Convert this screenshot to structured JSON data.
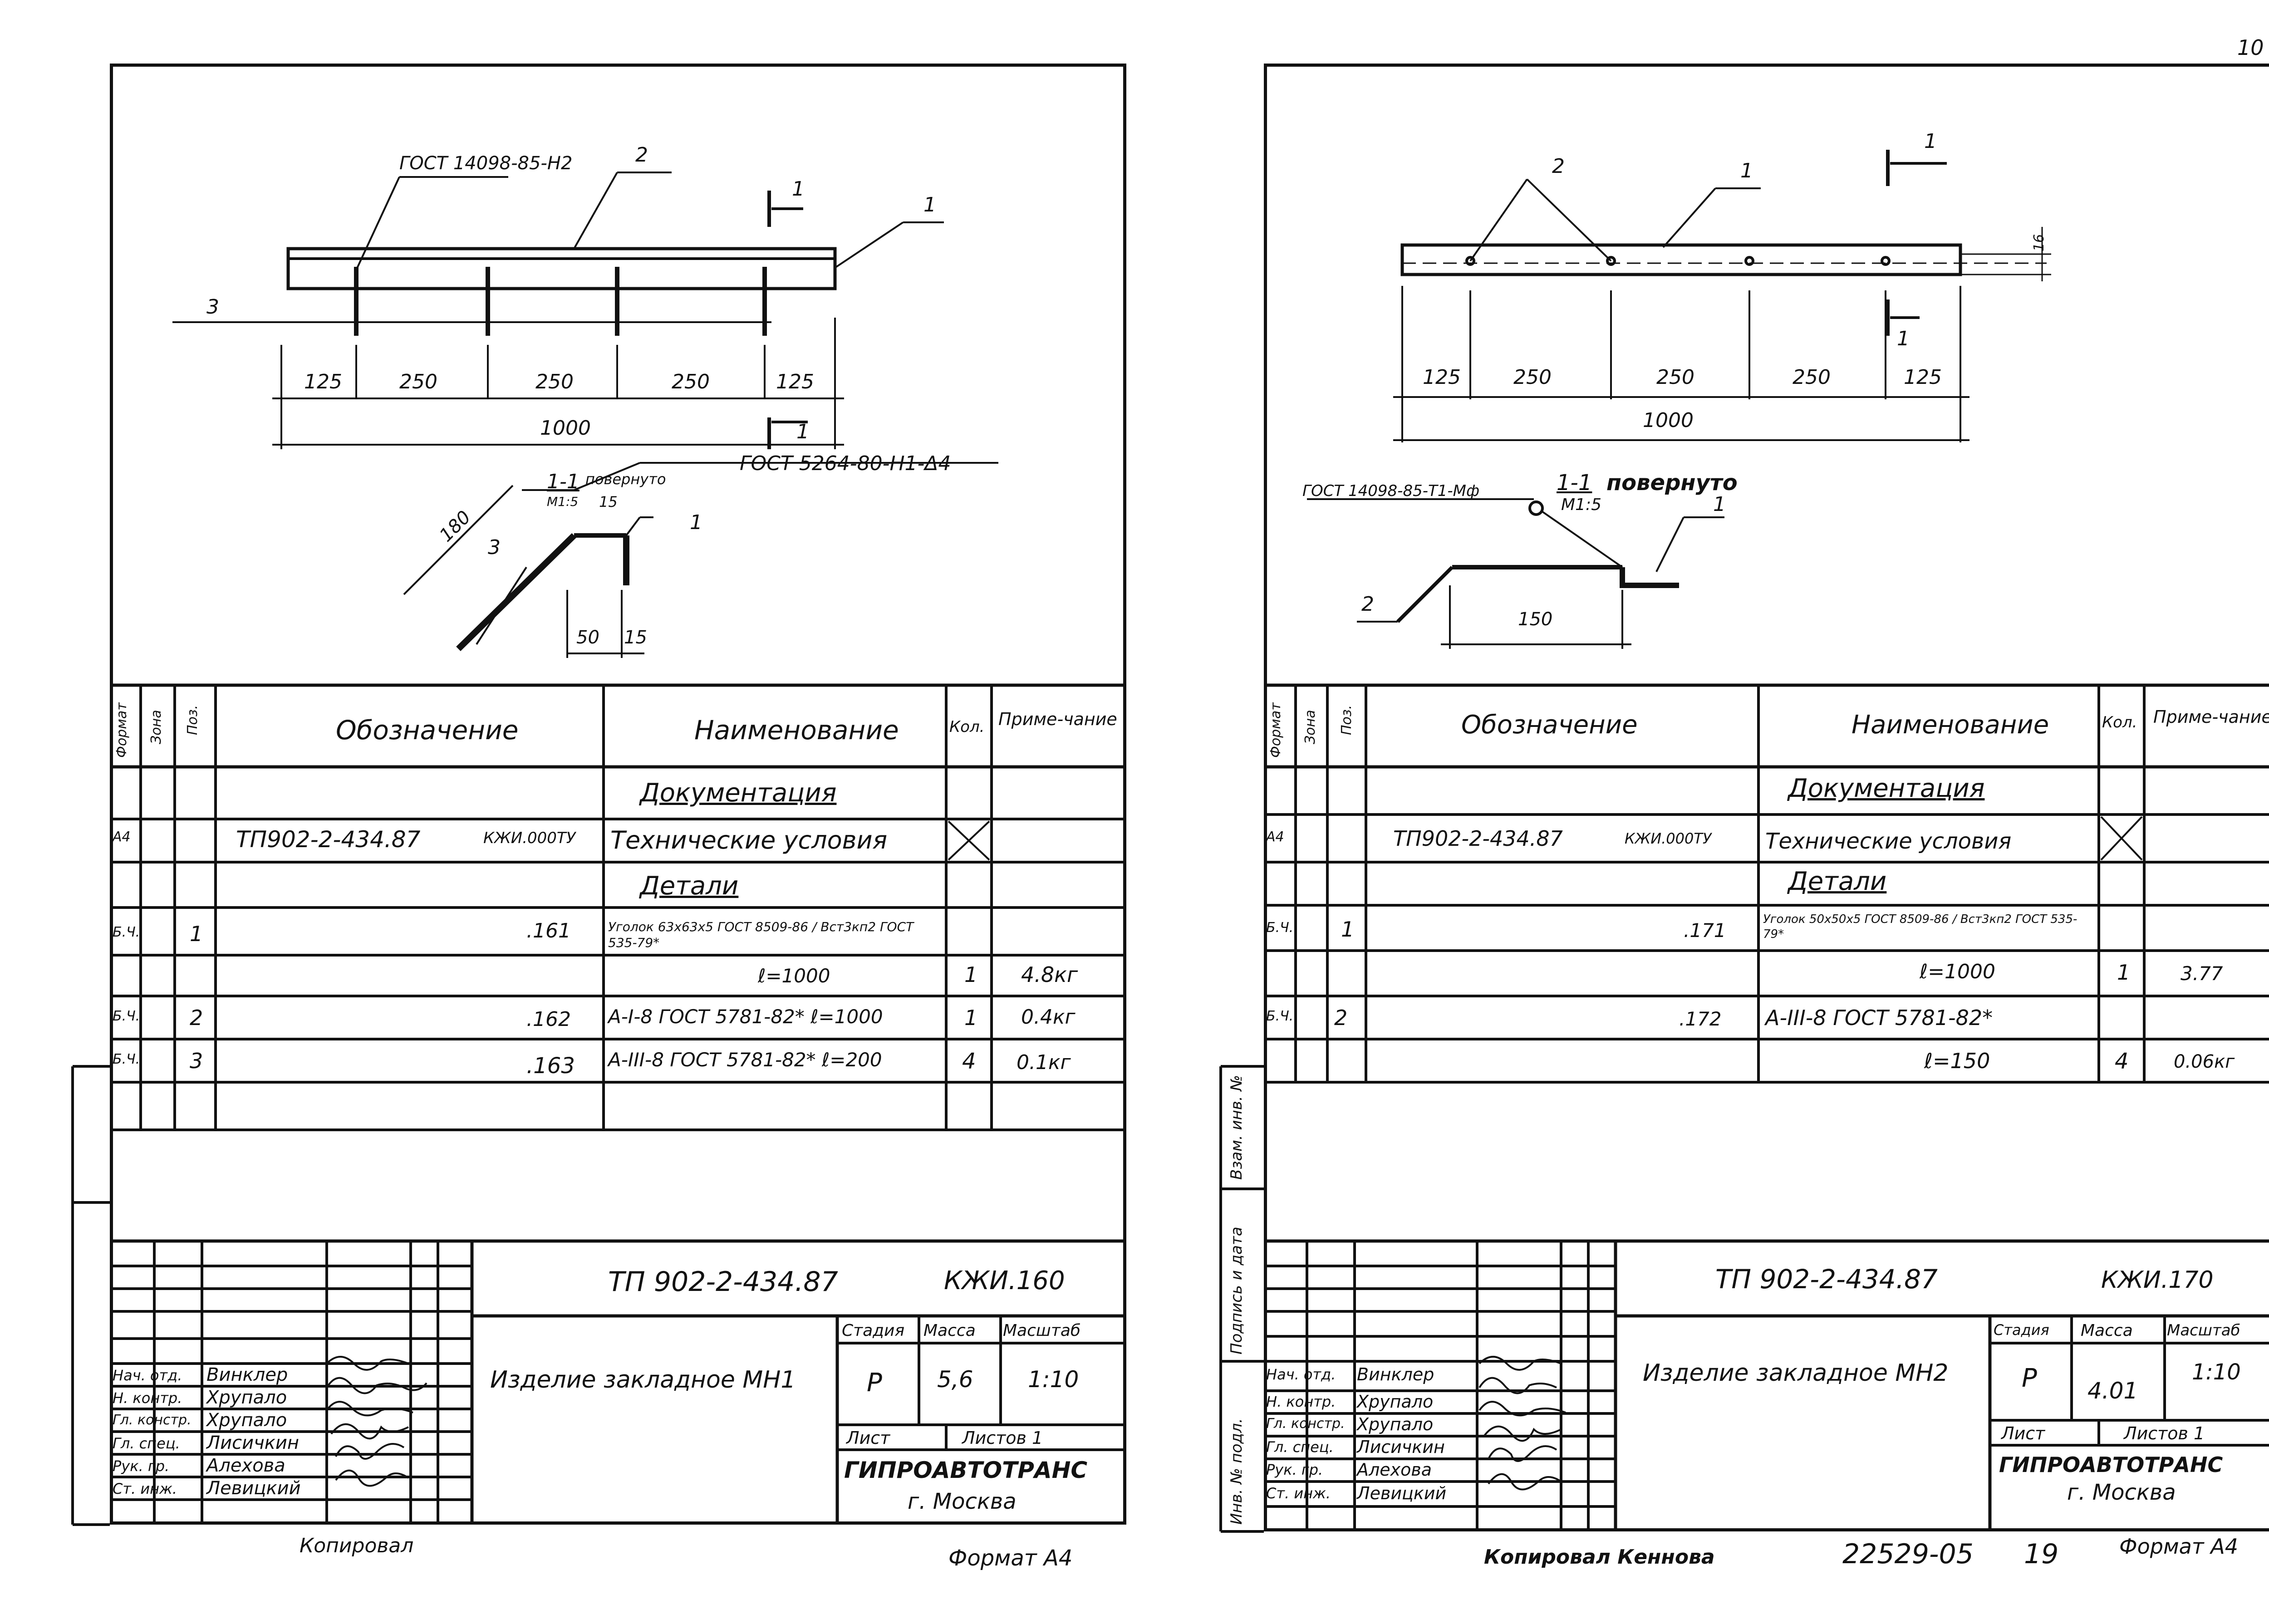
{
  "page_number": "10",
  "sheets": [
    {
      "id": "left",
      "drawing": {
        "gost_label": "ГОСТ 14098-85-Н2",
        "leaders": [
          "2",
          "1",
          "3",
          "1",
          "3",
          "1"
        ],
        "section_mark": "1",
        "dims": [
          "125",
          "250",
          "250",
          "250",
          "125",
          "1000"
        ],
        "section_title": "1-1",
        "section_note": "повернуто",
        "section_scale": "М1:5",
        "weld_label": "ГОСТ 5264-80-Н1-Δ4",
        "section_dims": [
          "180",
          "15",
          "50",
          "15"
        ]
      },
      "spec": {
        "headers": {
          "format": "Формат",
          "zone": "Зона",
          "pos": "Поз.",
          "designation": "Обозначение",
          "name": "Наименование",
          "qty": "Кол.",
          "note": "Приме-чание"
        },
        "rows": [
          {
            "format": "",
            "pos": "",
            "designation": "",
            "code": "",
            "name": "Документация",
            "qty": "",
            "note": ""
          },
          {
            "format": "А4",
            "pos": "",
            "designation": "ТП902-2-434.87",
            "code": "КЖИ.000ТУ",
            "name": "Технические условия",
            "qty": "",
            "note": ""
          },
          {
            "format": "",
            "pos": "",
            "designation": "",
            "code": "",
            "name": "Детали",
            "qty": "",
            "note": ""
          },
          {
            "format": "Б.Ч.",
            "pos": "1",
            "designation": "",
            "code": ".161",
            "name": "Уголок 63x63x5 ГОСТ 8509-86 / Вст3кп2 ГОСТ 535-79*",
            "qty": "",
            "note": ""
          },
          {
            "format": "",
            "pos": "",
            "designation": "",
            "code": "",
            "name": "ℓ=1000",
            "qty": "1",
            "note": "4.8кг"
          },
          {
            "format": "Б.Ч.",
            "pos": "2",
            "designation": "",
            "code": ".162",
            "name": "А-I-8 ГОСТ 5781-82* ℓ=1000",
            "qty": "1",
            "note": "0.4кг"
          },
          {
            "format": "Б.Ч.",
            "pos": "3",
            "designation": "",
            "code": ".163",
            "name": "А-III-8 ГОСТ 5781-82* ℓ=200",
            "qty": "4",
            "note": "0.1кг"
          }
        ]
      },
      "title_block": {
        "doc_number": "ТП 902-2-434.87",
        "sheet_code": "КЖИ.160",
        "product": "Изделие закладное МН1",
        "stage_label": "Стадия",
        "mass_label": "Масса",
        "scale_label": "Масштаб",
        "stage": "Р",
        "mass": "5,6",
        "scale": "1:10",
        "sheet_label": "Лист",
        "sheets_label": "Листов 1",
        "org": "ГИПРОАВТОТРАНС",
        "city": "г. Москва",
        "roles": [
          {
            "role": "Нач. отд.",
            "name": "Винклер"
          },
          {
            "role": "Н. контр.",
            "name": "Хрупало"
          },
          {
            "role": "Гл. констр.",
            "name": "Хрупало"
          },
          {
            "role": "Гл. спец.",
            "name": "Лисичкин"
          },
          {
            "role": "Рук. гр.",
            "name": "Алехова"
          },
          {
            "role": "Ст. инж.",
            "name": "Левицкий"
          }
        ]
      },
      "below_left": "Копировал",
      "below_right": "Формат А4"
    },
    {
      "id": "right",
      "drawing": {
        "leaders": [
          "2",
          "1"
        ],
        "section_mark": "1",
        "dims": [
          "125",
          "250",
          "250",
          "250",
          "125",
          "1000"
        ],
        "thickness": "16",
        "gost_label": "ГОСТ 14098-85-Т1-Мф",
        "section_title": "1-1",
        "section_note": "повернуто",
        "section_scale": "М1:5",
        "section_leaders": [
          "1",
          "2"
        ],
        "section_dims": [
          "150"
        ]
      },
      "spec": {
        "headers": {
          "format": "Формат",
          "zone": "Зона",
          "pos": "Поз.",
          "designation": "Обозначение",
          "name": "Наименование",
          "qty": "Кол.",
          "note": "Приме-чание"
        },
        "rows": [
          {
            "format": "",
            "pos": "",
            "designation": "",
            "code": "",
            "name": "Документация",
            "qty": "",
            "note": ""
          },
          {
            "format": "А4",
            "pos": "",
            "designation": "ТП902-2-434.87",
            "code": "КЖИ.000ТУ",
            "name": "Технические условия",
            "qty": "",
            "note": ""
          },
          {
            "format": "",
            "pos": "",
            "designation": "",
            "code": "",
            "name": "Детали",
            "qty": "",
            "note": ""
          },
          {
            "format": "Б.Ч.",
            "pos": "1",
            "designation": "",
            "code": ".171",
            "name": "Уголок 50x50x5 ГОСТ 8509-86 / Вст3кп2 ГОСТ 535-79*",
            "qty": "",
            "note": ""
          },
          {
            "format": "",
            "pos": "",
            "designation": "",
            "code": "",
            "name": "ℓ=1000",
            "qty": "1",
            "note": "3.77"
          },
          {
            "format": "Б.Ч.",
            "pos": "2",
            "designation": "",
            "code": ".172",
            "name": "А-III-8 ГОСТ 5781-82*",
            "qty": "",
            "note": ""
          },
          {
            "format": "",
            "pos": "",
            "designation": "",
            "code": "",
            "name": "ℓ=150",
            "qty": "4",
            "note": "0.06кг"
          }
        ]
      },
      "side_labels": [
        "Взам. инв. №",
        "Подпись и дата",
        "Инв. № подл."
      ],
      "title_block": {
        "doc_number": "ТП 902-2-434.87",
        "sheet_code": "КЖИ.170",
        "product": "Изделие закладное МН2",
        "stage_label": "Стадия",
        "mass_label": "Масса",
        "scale_label": "Масштаб",
        "stage": "Р",
        "mass": "4.01",
        "scale": "1:10",
        "sheet_label": "Лист",
        "sheets_label": "Листов 1",
        "org": "ГИПРОАВТОТРАНС",
        "city": "г. Москва",
        "roles": [
          {
            "role": "Нач. отд.",
            "name": "Винклер"
          },
          {
            "role": "Н. контр.",
            "name": "Хрупало"
          },
          {
            "role": "Гл. констр.",
            "name": "Хрупало"
          },
          {
            "role": "Гл. спец.",
            "name": "Лисичкин"
          },
          {
            "role": "Рук. гр.",
            "name": "Алехова"
          },
          {
            "role": "Ст. инж.",
            "name": "Левицкий"
          }
        ]
      },
      "below_left": "Копировал Кеннова",
      "archive_number": "22529-05",
      "archive_page": "19",
      "below_right": "Формат А4"
    }
  ]
}
